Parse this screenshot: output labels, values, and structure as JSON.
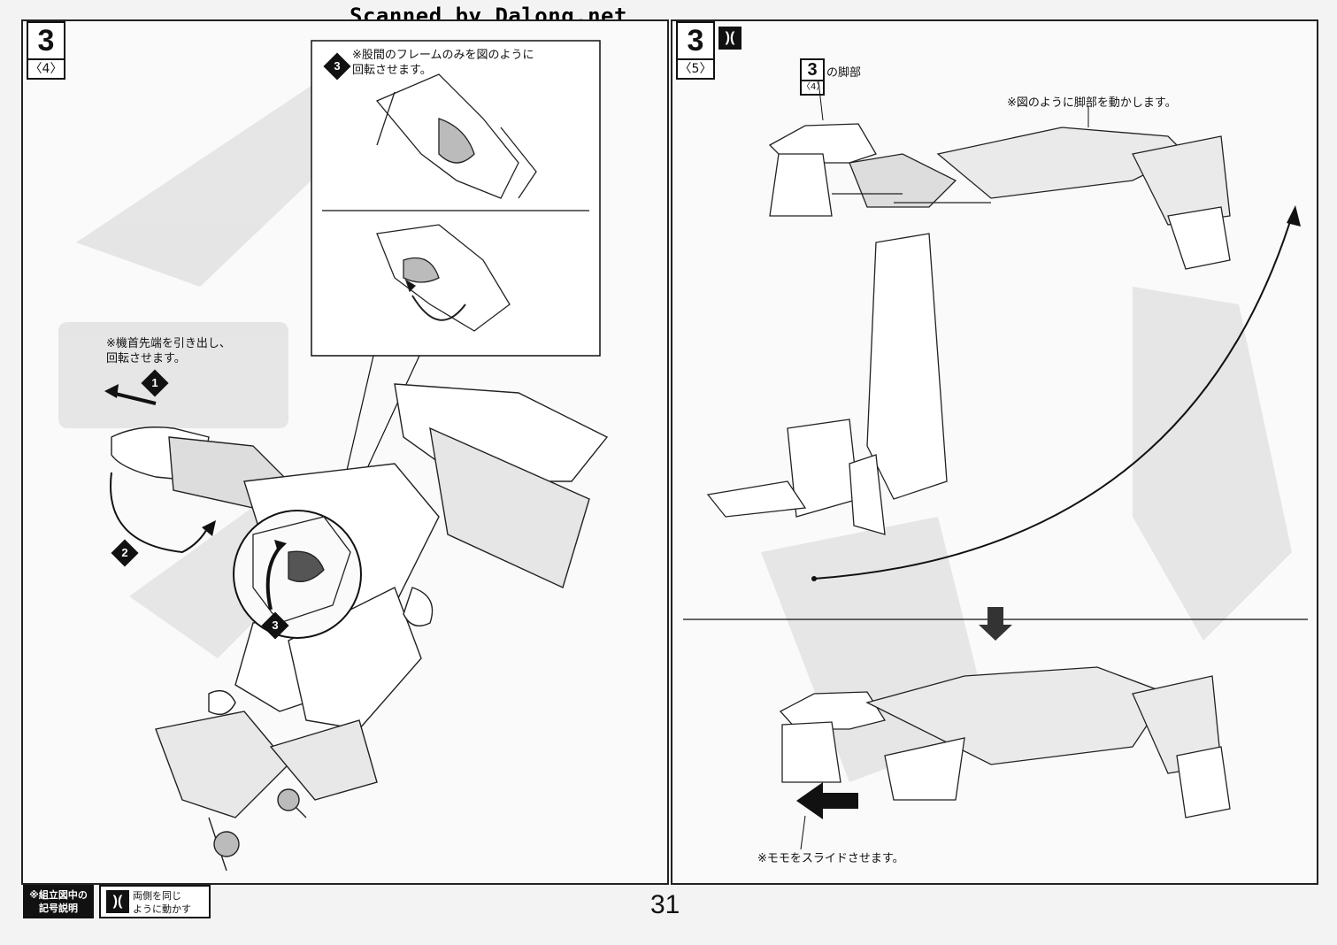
{
  "watermark": "Scanned by Dalong.net",
  "page_number": "31",
  "left_panel": {
    "step": "3",
    "substep": "〈4〉",
    "inset_note": "※股間のフレームのみを図のように\n回転させます。",
    "inset_marker": "3",
    "nose_note": "※機首先端を引き出し、\n回転させます。",
    "markers": [
      "1",
      "2",
      "3"
    ]
  },
  "right_panel": {
    "step": "3",
    "substep": "〈5〉",
    "symbol": ")(",
    "ref_step": "3",
    "ref_substep": "〈4〉",
    "ref_label": "の脚部",
    "leg_note": "※図のように脚部を動かします。",
    "slide_note": "※モモをスライドさせます。"
  },
  "legend": {
    "title": "※組立図中の\n記号説明",
    "symbol": ")(",
    "text": "両側を同じ\nように動かす"
  }
}
